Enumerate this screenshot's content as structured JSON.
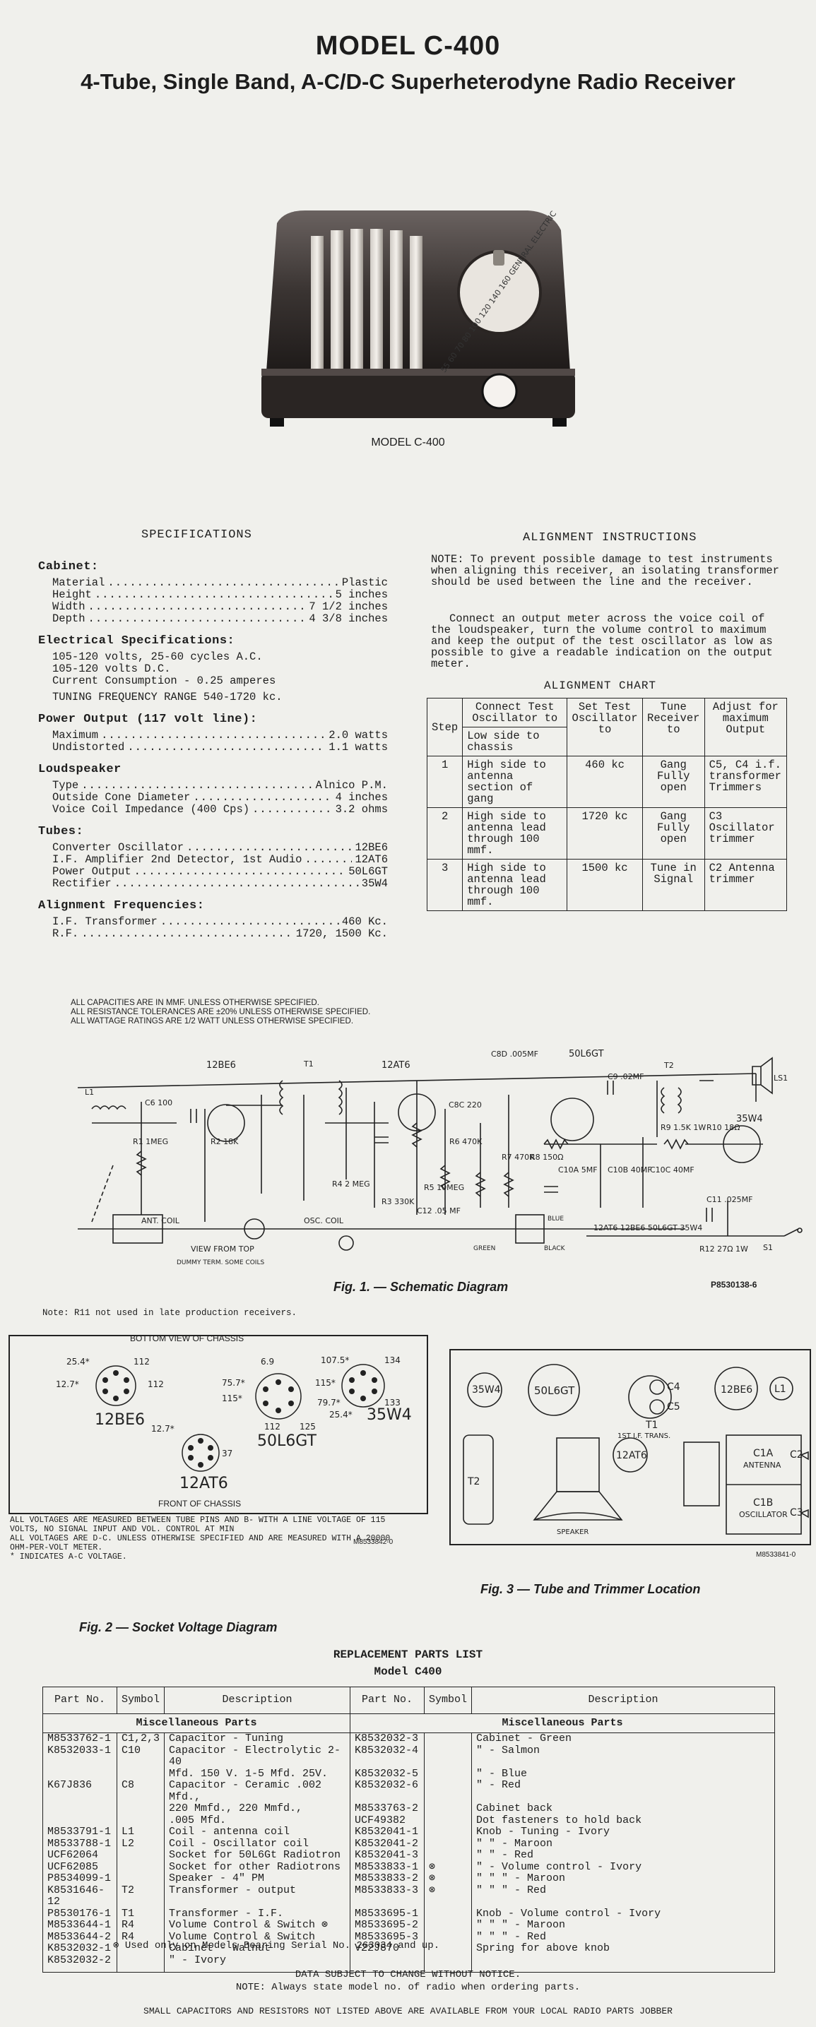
{
  "header": {
    "title": "MODEL C-400",
    "subtitle": "4-Tube, Single Band, A-C/D-C Superheterodyne Radio Receiver"
  },
  "photo": {
    "caption": "MODEL C-400",
    "dial_text": "55 60 70 80 100 120 140 160 GENERAL ELECTRIC"
  },
  "specifications": {
    "heading": "SPECIFICATIONS",
    "cabinet": {
      "heading": "Cabinet:",
      "rows": [
        {
          "label": "Material",
          "value": "Plastic"
        },
        {
          "label": "Height",
          "value": "5 inches"
        },
        {
          "label": "Width",
          "value": "7 1/2 inches"
        },
        {
          "label": "Depth",
          "value": "4 3/8 inches"
        }
      ]
    },
    "electrical": {
      "heading": "Electrical Specifications:",
      "lines": [
        "105-120 volts, 25-60 cycles A.C.",
        "105-120 volts D.C.",
        "Current Consumption - 0.25 amperes",
        "TUNING FREQUENCY RANGE 540-1720 kc."
      ]
    },
    "power": {
      "heading": "Power Output (117 volt line):",
      "rows": [
        {
          "label": "Maximum",
          "value": "2.0 watts"
        },
        {
          "label": "Undistorted",
          "value": "1.1 watts"
        }
      ]
    },
    "loudspeaker": {
      "heading": "Loudspeaker",
      "rows": [
        {
          "label": "Type",
          "value": "Alnico P.M."
        },
        {
          "label": "Outside Cone Diameter",
          "value": "4 inches"
        },
        {
          "label": "Voice Coil Impedance (400 Cps)",
          "value": "3.2 ohms"
        }
      ]
    },
    "tubes": {
      "heading": "Tubes:",
      "rows": [
        {
          "label": "Converter Oscillator",
          "value": "12BE6"
        },
        {
          "label": "I.F. Amplifier 2nd Detector, 1st Audio",
          "value": "12AT6"
        },
        {
          "label": "Power Output",
          "value": "50L6GT"
        },
        {
          "label": "Rectifier",
          "value": "35W4"
        }
      ]
    },
    "alignment_freq": {
      "heading": "Alignment Frequencies:",
      "rows": [
        {
          "label": "I.F. Transformer",
          "value": "460 Kc."
        },
        {
          "label": "R.F.",
          "value": "1720, 1500 Kc."
        }
      ]
    }
  },
  "alignment": {
    "heading": "ALIGNMENT INSTRUCTIONS",
    "note": "NOTE: To prevent possible damage to test instruments when aligning this receiver, an isolating transformer should be used between the line and the receiver.",
    "para": "Connect an output meter across the voice coil of the loudspeaker, turn the volume control to maximum and keep the output of the test oscillator as low as possible to give a readable indication on the output meter.",
    "chart_title": "ALIGNMENT CHART",
    "columns": {
      "step": "Step",
      "connect": "Connect Test Oscillator to",
      "connect_sub": "Low side to chassis",
      "set": "Set Test Oscillator to",
      "tune": "Tune Receiver to",
      "adjust": "Adjust for maximum Output"
    },
    "rows": [
      {
        "step": "1",
        "connect": "High side to antenna section of gang",
        "set": "460 kc",
        "tune": "Gang Fully open",
        "adjust": "C5, C4 i.f. transformer Trimmers"
      },
      {
        "step": "2",
        "connect": "High side to antenna lead through 100 mmf.",
        "set": "1720 kc",
        "tune": "Gang Fully open",
        "adjust": "C3 Oscillator trimmer"
      },
      {
        "step": "3",
        "connect": "High side to antenna lead through 100 mmf.",
        "set": "1500 kc",
        "tune": "Tune in Signal",
        "adjust": "C2 Antenna trimmer"
      }
    ]
  },
  "schematic": {
    "notes": [
      "ALL CAPACITIES ARE IN MMF. UNLESS OTHERWISE SPECIFIED.",
      "ALL RESISTANCE TOLERANCES ARE ±20% UNLESS OTHERWISE SPECIFIED.",
      "ALL WATTAGE RATINGS ARE 1/2 WATT UNLESS OTHERWISE SPECIFIED."
    ],
    "labels": {
      "tube1": "12BE6",
      "t1": "T1",
      "tube2": "12AT6",
      "c8d": "C8D .005MF",
      "tube3": "50L6GT",
      "c9": "C9 .02MF",
      "t2": "T2",
      "ls1": "LS1",
      "l1": "L1",
      "c6": "C6 100",
      "c8c": "C8C 220",
      "r6": "R6 470K",
      "r1": "R1 1MEG",
      "r2": "R2 18K",
      "r9": "R9 1.5K 1W",
      "r10": "R10 18Ω",
      "tube4": "35W4",
      "r4": "R4 2 MEG",
      "r7": "R7 470K",
      "r8": "R8 150Ω",
      "c10a": "C10A 5MF",
      "c10b": "C10B 40MF",
      "c10c": "C10C 40MF",
      "r5": "R5 10MEG",
      "r3": "R3 330K",
      "c12": "C12 .05 MF",
      "c11": "C11 .025MF",
      "r12": "R12 27Ω 1W",
      "ant_coil": "ANT. COIL",
      "osc_coil": "OSC. COIL",
      "view": "VIEW FROM TOP",
      "dummy": "DUMMY TERM. SOME COILS",
      "heater": "12AT6 12BE6 50L6GT 35W4",
      "s1": "S1",
      "blue": "BLUE",
      "black": "BLACK",
      "green": "GREEN"
    },
    "caption": "Fig. 1. — Schematic Diagram",
    "part_no": "P8530138-6",
    "note_r11": "Note: R11 not used in late production receivers."
  },
  "socket": {
    "title": "BOTTOM VIEW OF CHASSIS",
    "front": "FRONT OF CHASSIS",
    "tubes": [
      {
        "name": "12BE6",
        "v1": "25.4*",
        "v2": "12.7*",
        "v3": "112",
        "v4": "112"
      },
      {
        "name": "50L6GT",
        "v1": "6.9",
        "v2": "75.7*",
        "v3": "115*",
        "v4": "112",
        "v5": "125"
      },
      {
        "name": "35W4",
        "v1": "107.5*",
        "v2": "115*",
        "v3": "79.7*",
        "v4": "25.4*",
        "v5": "134",
        "v6": "133"
      },
      {
        "name": "12AT6",
        "v1": "12.7*",
        "v2": "37"
      }
    ],
    "part_no": "M8533842-0",
    "notes": [
      "ALL VOLTAGES ARE MEASURED BETWEEN TUBE PINS AND B- WITH A LINE VOLTAGE OF 115 VOLTS, NO SIGNAL INPUT AND VOL. CONTROL AT MIN",
      "ALL VOLTAGES ARE D-C. UNLESS OTHERWISE SPECIFIED AND ARE MEASURED WITH A 20000 OHM-PER-VOLT METER.",
      "* INDICATES A-C VOLTAGE."
    ],
    "caption": "Fig. 2 — Socket Voltage Diagram"
  },
  "trimmer": {
    "labels": [
      "35W4",
      "50L6GT",
      "C4",
      "C5",
      "T1",
      "1ST I.F. TRANS.",
      "12BE6",
      "L1",
      "T2",
      "12AT6",
      "C1A",
      "ANTENNA",
      "C2",
      "SPEAKER",
      "C1B",
      "OSCILLATOR",
      "C3"
    ],
    "part_no": "M8533841-0",
    "caption": "Fig. 3 — Tube and Trimmer Location"
  },
  "parts": {
    "title": "REPLACEMENT PARTS LIST",
    "model": "Model C400",
    "headers": {
      "part_no": "Part No.",
      "symbol": "Symbol",
      "description": "Description"
    },
    "misc": "Miscellaneous Parts",
    "left": [
      {
        "part": "M8533762-1",
        "sym": "C1,2,3",
        "desc": "Capacitor - Tuning"
      },
      {
        "part": "K8532033-1",
        "sym": "C10",
        "desc": "Capacitor - Electrolytic 2-40"
      },
      {
        "part": "",
        "sym": "",
        "desc": "Mfd. 150 V. 1-5 Mfd. 25V."
      },
      {
        "part": "K67J836",
        "sym": "C8",
        "desc": "Capacitor - Ceramic .002 Mfd.,"
      },
      {
        "part": "",
        "sym": "",
        "desc": "220 Mmfd., 220 Mmfd.,"
      },
      {
        "part": "",
        "sym": "",
        "desc": ".005 Mfd."
      },
      {
        "part": "M8533791-1",
        "sym": "L1",
        "desc": "Coil - antenna coil"
      },
      {
        "part": "M8533788-1",
        "sym": "L2",
        "desc": "Coil - Oscillator coil"
      },
      {
        "part": "UCF62064",
        "sym": "",
        "desc": "Socket for 50L6Gt Radiotron"
      },
      {
        "part": "UCF62085",
        "sym": "",
        "desc": "Socket for other Radiotrons"
      },
      {
        "part": "P8534099-1",
        "sym": "",
        "desc": "Speaker - 4\" PM"
      },
      {
        "part": "K8531646-12",
        "sym": "T2",
        "desc": "Transformer - output"
      },
      {
        "part": "P8530176-1",
        "sym": "T1",
        "desc": "Transformer - I.F."
      },
      {
        "part": "M8533644-1",
        "sym": "R4",
        "desc": "Volume Control & Switch ⊗"
      },
      {
        "part": "M8533644-2",
        "sym": "R4",
        "desc": "Volume Control & Switch"
      },
      {
        "part": "K8532032-1",
        "sym": "",
        "desc": "Cabinet - Walnut"
      },
      {
        "part": "K8532032-2",
        "sym": "",
        "desc": "\" - Ivory"
      }
    ],
    "right": [
      {
        "part": "K8532032-3",
        "sym": "",
        "desc": "Cabinet - Green"
      },
      {
        "part": "K8532032-4",
        "sym": "",
        "desc": "\" - Salmon"
      },
      {
        "part": "K8532032-5",
        "sym": "",
        "desc": "\" - Blue"
      },
      {
        "part": "K8532032-6",
        "sym": "",
        "desc": "\" - Red"
      },
      {
        "part": "M8533763-2",
        "sym": "",
        "desc": "Cabinet back"
      },
      {
        "part": "UCF49382",
        "sym": "",
        "desc": "Dot fasteners to hold back"
      },
      {
        "part": "K8532041-1",
        "sym": "",
        "desc": "Knob - Tuning - Ivory"
      },
      {
        "part": "K8532041-2",
        "sym": "",
        "desc": "\" \" - Maroon"
      },
      {
        "part": "K8532041-3",
        "sym": "",
        "desc": "\" \" - Red"
      },
      {
        "part": "M8533833-1",
        "sym": "⊗",
        "desc": "\" - Volume control - Ivory"
      },
      {
        "part": "M8533833-2",
        "sym": "⊗",
        "desc": "\" \" \" - Maroon"
      },
      {
        "part": "M8533833-3",
        "sym": "⊗",
        "desc": "\" \" \" - Red"
      },
      {
        "part": "M8533695-1",
        "sym": "",
        "desc": "Knob - Volume control - Ivory"
      },
      {
        "part": "M8533695-2",
        "sym": "",
        "desc": "\" \" \" - Maroon"
      },
      {
        "part": "M8533695-3",
        "sym": "",
        "desc": "\" \" \" - Red"
      },
      {
        "part": "V22J870",
        "sym": "",
        "desc": "Spring for above knob"
      },
      {
        "part": "",
        "sym": "",
        "desc": ""
      }
    ],
    "footnote": "⊗ Used only on Models Bearing Serial No. 263034 and up.",
    "notice1": "DATA SUBJECT TO CHANGE WITHOUT NOTICE.",
    "notice2": "NOTE: Always state model no. of radio when ordering parts.",
    "notice3": "SMALL CAPACITORS AND RESISTORS NOT LISTED ABOVE ARE AVAILABLE FROM YOUR LOCAL RADIO PARTS JOBBER"
  }
}
